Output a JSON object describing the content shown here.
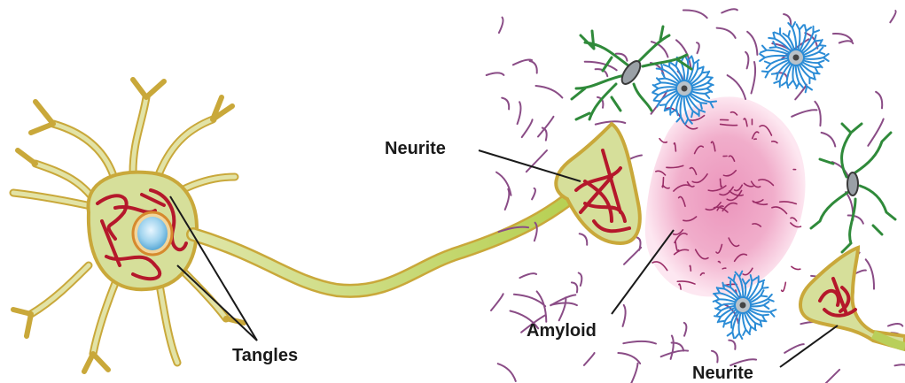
{
  "labels": {
    "neurite_top": "Neurite",
    "tangles": "Tangles",
    "amyloid": "Amyloid",
    "neurite_bottom": "Neurite"
  },
  "colors": {
    "neuron_body": "#d6df9a",
    "neuron_outline": "#c9a83a",
    "axon": "#b9cf5a",
    "tangle": "#b5182b",
    "nucleus": "#9fd3ee",
    "amyloid_core": "#f0a9c8",
    "amyloid_fiber": "#9a2d67",
    "plaque_fiber": "#8a4c86",
    "astrocyte": "#2b8cd6",
    "microglia": "#2f8a3a",
    "label_line": "#1a1a1a"
  }
}
